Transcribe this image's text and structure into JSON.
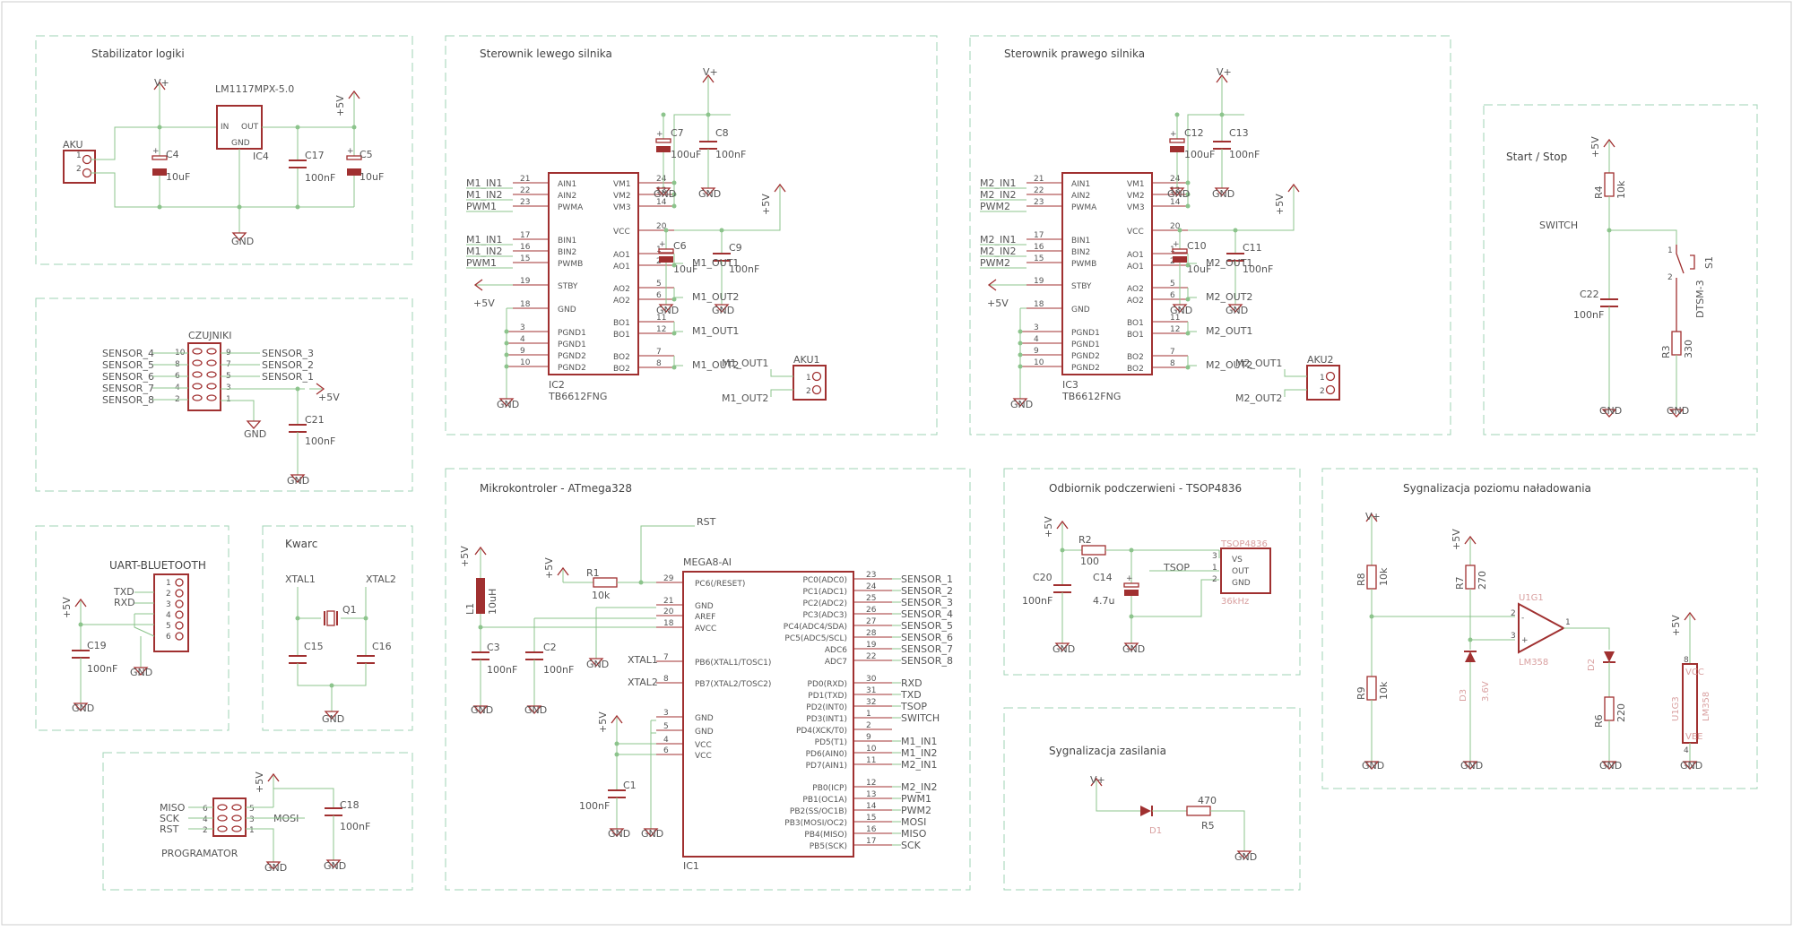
{
  "sections": {
    "logic_regulator": "Stabilizator logiki",
    "left_motor": "Sterownik lewego silnika",
    "right_motor": "Sterownik prawego silnika",
    "start_stop": "Start / Stop",
    "sensors": "",
    "uart": "UART-BLUETOOTH",
    "crystal": "Kwarc",
    "mcu": "Mikrokontroler - ATmega328",
    "ir_receiver": "Odbiornik podczerwieni - TSOP4836",
    "battery_level": "Sygnalizacja poziomu naładowania",
    "power_signal": "Sygnalizacja zasilania"
  },
  "regulator": {
    "aku": "AKU",
    "pin1": "1",
    "pin2": "2",
    "ic_type": "LM1117MPX-5.0",
    "ic_name": "IC4",
    "pin_in": "IN",
    "pin_out": "OUT",
    "pin_gnd": "GND",
    "vplus": "V+",
    "p5v": "+5V",
    "gnd": "GND",
    "c4": "C4",
    "c4v": "10uF",
    "c17": "C17",
    "c17v": "100nF",
    "c5": "C5",
    "c5v": "10uF"
  },
  "sensors": {
    "header": "CZUJNIKI",
    "left_labels": [
      "SENSOR_4",
      "SENSOR_5",
      "SENSOR_6",
      "SENSOR_7",
      "SENSOR_8"
    ],
    "left_pins": [
      "10",
      "8",
      "6",
      "4",
      "2"
    ],
    "right_labels": [
      "SENSOR_3",
      "SENSOR_2",
      "SENSOR_1"
    ],
    "right_pins": [
      "9",
      "7",
      "5",
      "3",
      "1"
    ],
    "p5v": "+5V",
    "gnd": "GND",
    "c21": "C21",
    "c21v": "100nF"
  },
  "uart": {
    "txd": "TXD",
    "rxd": "RXD",
    "pins": [
      "1",
      "2",
      "3",
      "4",
      "5",
      "6"
    ],
    "p5v": "+5V",
    "c19": "C19",
    "c19v": "100nF",
    "gnd": "GND"
  },
  "crystal": {
    "xtal1": "XTAL1",
    "xtal2": "XTAL2",
    "q1": "Q1",
    "c15": "C15",
    "c16": "C16",
    "gnd": "GND"
  },
  "programmer": {
    "miso": "MISO",
    "sck": "SCK",
    "rst": "RST",
    "mosi": "MOSI",
    "left_pins": [
      "6",
      "4",
      "2"
    ],
    "right_pins": [
      "5",
      "3",
      "1"
    ],
    "name": "PROGRAMATOR",
    "p5v": "+5V",
    "c18": "C18",
    "c18v": "100nF",
    "gnd": "GND"
  },
  "driver_left": {
    "in_labels": [
      "M1_IN1",
      "M1_IN2",
      "PWM1",
      "M1_IN1",
      "M1_IN2",
      "PWM1"
    ],
    "in_pins": [
      "21",
      "22",
      "23",
      "17",
      "16",
      "15"
    ],
    "left_pins_names": [
      "AIN1",
      "AIN2",
      "PWMA",
      "BIN1",
      "BIN2",
      "PWMB"
    ],
    "stby": "STBY",
    "stby_pin": "19",
    "gnd_pin": "18",
    "gnd_name": "GND",
    "pgnd_pins": [
      "3",
      "4",
      "9",
      "10"
    ],
    "pgnd_names": [
      "PGND1",
      "PGND1",
      "PGND2",
      "PGND2"
    ],
    "right_names": [
      "VM1",
      "VM2",
      "VM3",
      "VCC",
      "AO1",
      "AO1",
      "AO2",
      "AO2",
      "BO1",
      "BO1",
      "BO2",
      "BO2"
    ],
    "right_pins": [
      "24",
      "13",
      "14",
      "20",
      "1",
      "2",
      "5",
      "6",
      "11",
      "12",
      "7",
      "8"
    ],
    "outs": [
      "M1_OUT1",
      "M1_OUT2",
      "M1_OUT1",
      "M1_OUT2"
    ],
    "ic_name": "IC2",
    "ic_type": "TB6612FNG",
    "c7": "C7",
    "c7v": "100uF",
    "c8": "C8",
    "c8v": "100nF",
    "c6": "C6",
    "c6v": "10uF",
    "c9": "C9",
    "c9v": "100nF",
    "vplus": "V+",
    "p5v": "+5V",
    "gnd": "GND",
    "aku": "AKU1",
    "aku_in1": "M1_OUT1",
    "aku_in2": "M1_OUT2"
  },
  "driver_right": {
    "in_labels": [
      "M2_IN1",
      "M2_IN2",
      "PWM2",
      "M2_IN1",
      "M2_IN2",
      "PWM2"
    ],
    "outs": [
      "M2_OUT1",
      "M2_OUT2",
      "M2_OUT1",
      "M2_OUT2"
    ],
    "ic_name": "IC3",
    "ic_type": "TB6612FNG",
    "c12": "C12",
    "c12v": "100uF",
    "c13": "C13",
    "c13v": "100nF",
    "c10": "C10",
    "c10v": "10uF",
    "c11": "C11",
    "c11v": "100nF",
    "aku": "AKU2",
    "aku_in1": "M2_OUT1",
    "aku_in2": "M2_OUT2"
  },
  "startstop": {
    "p5v": "+5V",
    "r4": "R4",
    "r4v": "10k",
    "switch": "SWITCH",
    "c22": "C22",
    "c22v": "100nF",
    "s1": "S1",
    "s1type": "DTSM-3",
    "r3": "R3",
    "r3v": "330",
    "gnd": "GND",
    "pin1": "1",
    "pin2": "2"
  },
  "mcu": {
    "chip": "MEGA8-AI",
    "ic_name": "IC1",
    "rst_net": "RST",
    "r1": "R1",
    "r1v": "10k",
    "p5v": "+5V",
    "l1": "L1",
    "l1v": "10uH",
    "c3": "C3",
    "c3v": "100nF",
    "c2": "C2",
    "c2v": "100nF",
    "c1": "C1",
    "c1v": "100nF",
    "gnd": "GND",
    "left_pins": [
      "29",
      "21",
      "20",
      "18",
      "7",
      "8",
      "3",
      "5",
      "4",
      "6"
    ],
    "left_names": [
      "PC6(/RESET)",
      "GND",
      "AREF",
      "AVCC",
      "PB6(XTAL1/TOSC1)",
      "PB7(XTAL2/TOSC2)",
      "GND",
      "GND",
      "VCC",
      "VCC"
    ],
    "xtal1": "XTAL1",
    "xtal2": "XTAL2",
    "right_names": [
      "PC0(ADC0)",
      "PC1(ADC1)",
      "PC2(ADC2)",
      "PC3(ADC3)",
      "PC4(ADC4/SDA)",
      "PC5(ADC5/SCL)",
      "ADC6",
      "ADC7",
      "PD0(RXD)",
      "PD1(TXD)",
      "PD2(INT0)",
      "PD3(INT1)",
      "PD4(XCK/T0)",
      "PD5(T1)",
      "PD6(AIN0)",
      "PD7(AIN1)",
      "PB0(ICP)",
      "PB1(OC1A)",
      "PB2(SS/OC1B)",
      "PB3(MOSI/OC2)",
      "PB4(MISO)",
      "PB5(SCK)"
    ],
    "right_pins": [
      "23",
      "24",
      "25",
      "26",
      "27",
      "28",
      "19",
      "22",
      "30",
      "31",
      "32",
      "1",
      "2",
      "9",
      "10",
      "11",
      "12",
      "13",
      "14",
      "15",
      "16",
      "17"
    ],
    "right_nets": [
      "SENSOR_1",
      "SENSOR_2",
      "SENSOR_3",
      "SENSOR_4",
      "SENSOR_5",
      "SENSOR_6",
      "SENSOR_7",
      "SENSOR_8",
      "RXD",
      "TXD",
      "TSOP",
      "SWITCH",
      "",
      "M1_IN1",
      "M1_IN2",
      "M2_IN1",
      "M2_IN2",
      "PWM1",
      "PWM2",
      "MOSI",
      "MISO",
      "SCK"
    ]
  },
  "ir": {
    "p5v": "+5V",
    "r2": "R2",
    "r2v": "100",
    "c20": "C20",
    "c20v": "100nF",
    "c14": "C14",
    "c14v": "4.7u",
    "tsop_net": "TSOP",
    "chip": "TSOP4836",
    "freq": "36kHz",
    "vs": "VS",
    "out": "OUT",
    "gnd_pin": "GND",
    "pins": [
      "3",
      "1",
      "2"
    ],
    "gnd": "GND"
  },
  "level": {
    "vplus": "V+",
    "p5v": "+5V",
    "r8": "R8",
    "r8v": "10k",
    "r9": "R9",
    "r9v": "10k",
    "r7": "R7",
    "r7v": "270",
    "d3": "D3",
    "d3v": "3.6V",
    "u": "U1G1",
    "u_type": "LM358",
    "pin1": "1",
    "pin2": "2",
    "pin3": "3",
    "d2": "D2",
    "r6": "R6",
    "r6v": "220",
    "u2": "U1G3",
    "u2_type": "LM358",
    "vcc": "VCC",
    "vee": "VEE",
    "p8": "8",
    "p4": "4",
    "gnd": "GND"
  },
  "power": {
    "vplus": "V+",
    "d1": "D1",
    "r5": "R5",
    "r5v": "470",
    "gnd": "GND"
  }
}
